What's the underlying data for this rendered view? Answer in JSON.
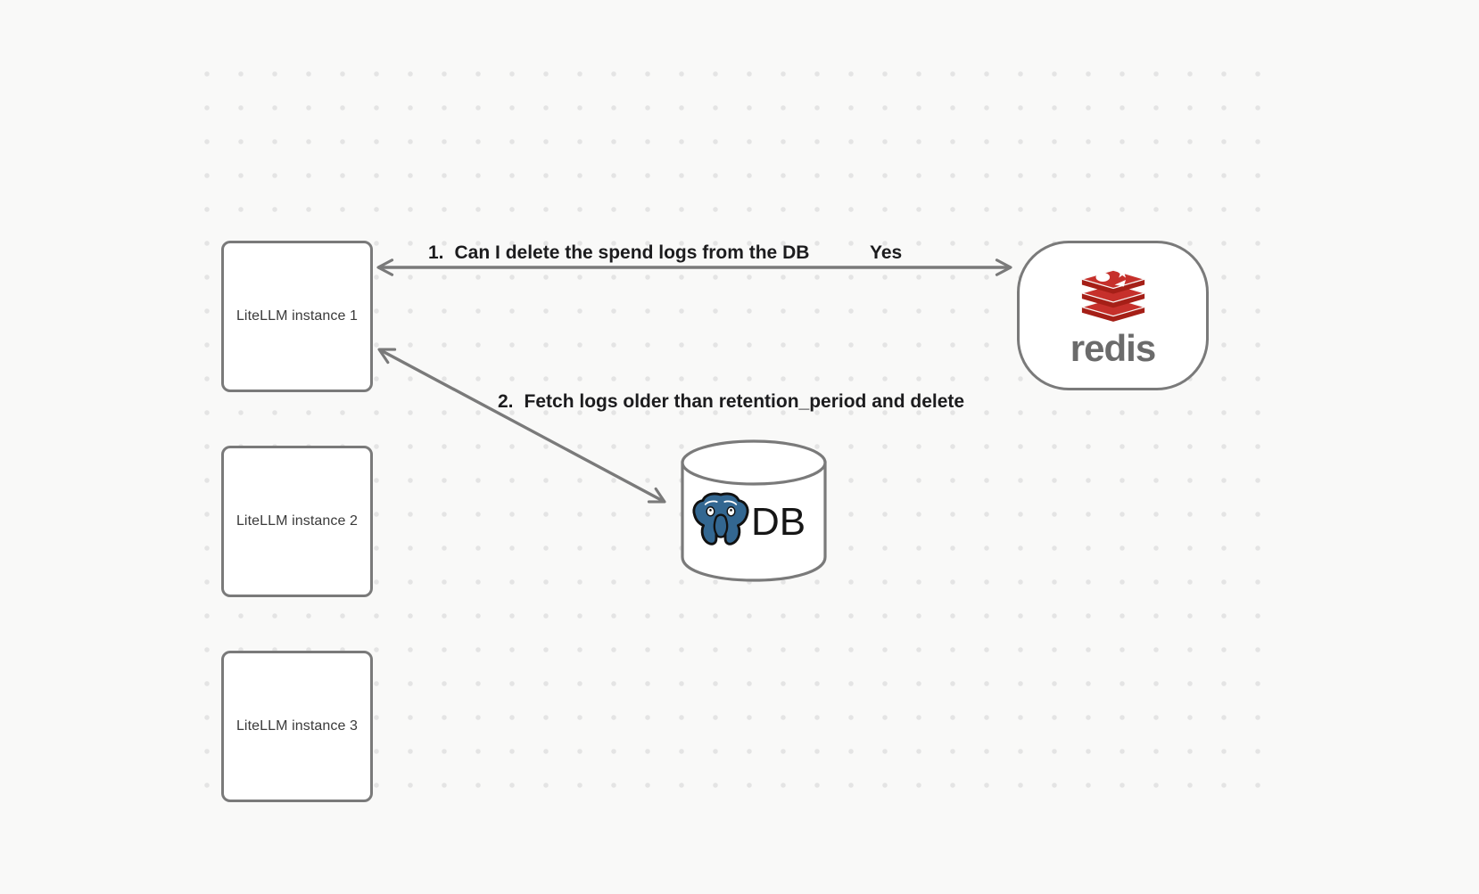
{
  "canvas": {
    "background": "#f9f9f8",
    "dot_color": "#e4e4e4",
    "stroke_color": "#7a7a7a",
    "label_color": "#1c1c1e"
  },
  "nodes": {
    "instances": [
      {
        "label": "LiteLLM instance 1"
      },
      {
        "label": "LiteLLM instance 2"
      },
      {
        "label": "LiteLLM instance 3"
      }
    ],
    "redis": {
      "wordmark": "redis",
      "icon": "redis-stack-icon",
      "brand_red": "#c6302b",
      "brand_red_dark": "#a51f17",
      "wordmark_color": "#6b6b6b"
    },
    "db": {
      "label": "DB",
      "icon": "postgresql-elephant-icon",
      "brand_blue": "#336791"
    }
  },
  "edges": [
    {
      "number": "1.",
      "text": "Can I delete the spend logs from the DB",
      "response": "Yes",
      "from": "LiteLLM instance 1",
      "to": "redis",
      "arrows": "double-headed"
    },
    {
      "number": "2.",
      "text": "Fetch logs older than retention_period and delete",
      "from": "LiteLLM instance 1",
      "to": "DB",
      "arrows": "double-headed"
    }
  ]
}
